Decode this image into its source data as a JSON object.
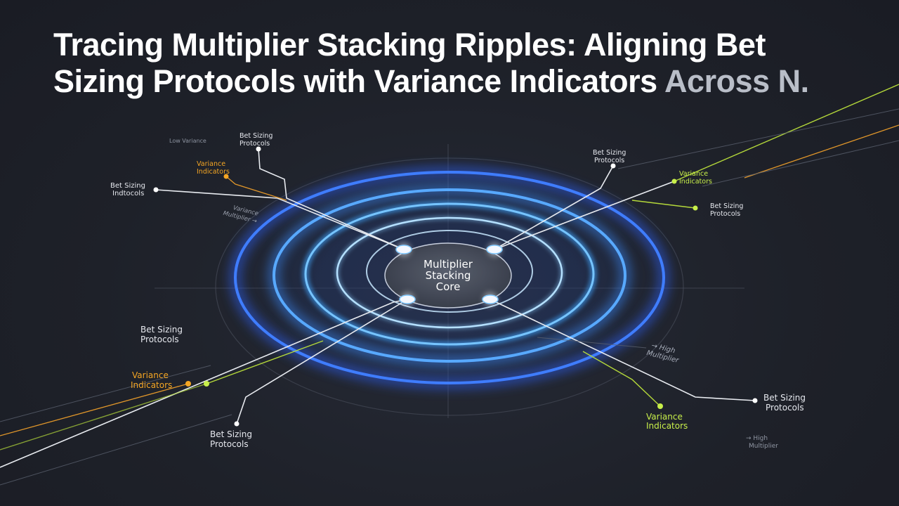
{
  "title": {
    "main": "Tracing Multiplier Stacking Ripples: Aligning Bet Sizing Protocols with Variance Indicators ",
    "faded": "Across N."
  },
  "core": {
    "line1": "Multiplier",
    "line2": "Stacking",
    "line3": "Core"
  },
  "labels": {
    "low_variance": "Low Variance",
    "bsp_top_left": [
      "Bet Sizing",
      "Protocols"
    ],
    "vi_top_left": [
      "Variance",
      "Indicators"
    ],
    "bsp_left": [
      "Bet Sizing",
      "Indtocols"
    ],
    "var_mult": [
      "Variance",
      "Multiplier →"
    ],
    "bsp_top_right": [
      "Bet Sizing",
      "Protocols"
    ],
    "vi_top_right": [
      "Variance",
      "Indicators"
    ],
    "bsp_right_mid": [
      "Bet Sizing",
      "Protocols"
    ],
    "bsp_left_low": [
      "Bet Sizing",
      "Protocols"
    ],
    "vi_left_low": [
      "Variance",
      "Indicators"
    ],
    "bsp_bottom": [
      "Bet Sizing",
      "Protocols"
    ],
    "high_mult_1": [
      "→ High",
      "Multiplier"
    ],
    "bsp_right_low": [
      "Bet Sizing",
      "Protocols"
    ],
    "vi_bottom_right": [
      "Variance",
      "Indicators"
    ],
    "high_mult_2": [
      "→ High",
      "Multiplier"
    ]
  },
  "colors": {
    "background": "#1e2129",
    "ring_blue": "#3d7bff",
    "ring_cyan": "#4fc3ff",
    "accent_orange": "#f5a623",
    "accent_lime": "#c8ef4a",
    "text_white": "#ffffff"
  }
}
